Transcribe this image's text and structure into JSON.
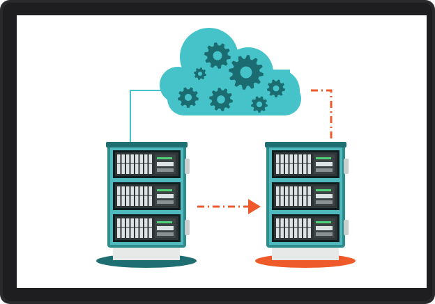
{
  "diagram": {
    "nodes": [
      {
        "id": "cloud",
        "icon": "cloud-with-gears-icon"
      },
      {
        "id": "source-server",
        "icon": "server-rack-icon"
      },
      {
        "id": "target-server",
        "icon": "server-rack-icon"
      }
    ],
    "edges": [
      {
        "from": "source-server",
        "to": "cloud",
        "style": "solid"
      },
      {
        "from": "cloud",
        "to": "target-server",
        "style": "dashed"
      },
      {
        "from": "source-server",
        "to": "target-server",
        "style": "dashed-arrow"
      }
    ]
  },
  "colors": {
    "bezel": "#2a2a2c",
    "screen": "#ffffff",
    "teal": "#45c3c9",
    "teal_dark": "#1f6f72",
    "gear": "#1b6c70",
    "rack_frame": "#2d8c8c",
    "rack_body": "#4fb9bd",
    "panel": "#2f3436",
    "panel_light": "#dde2e2",
    "base_light": "#e6e9e8",
    "orange": "#ee5a2a"
  }
}
